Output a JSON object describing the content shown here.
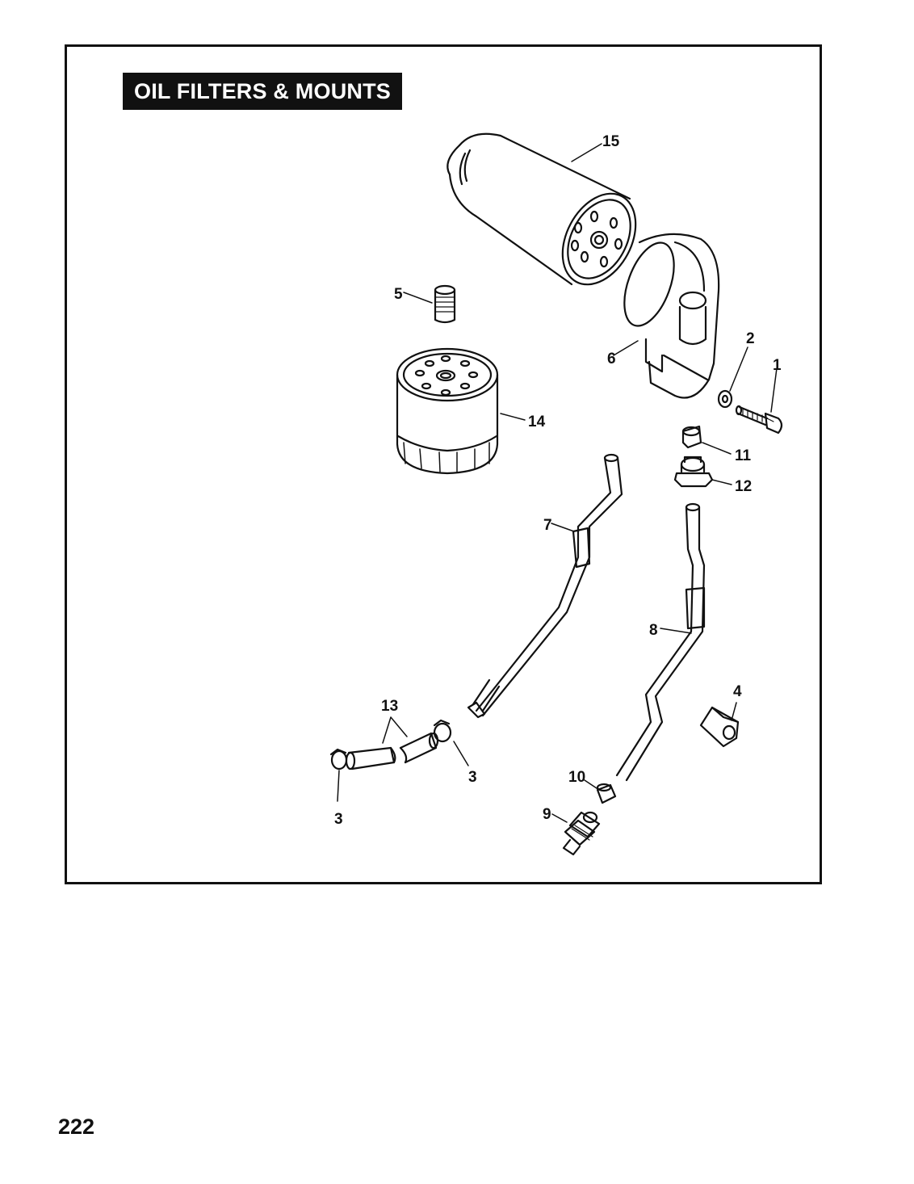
{
  "title": "OIL FILTERS & MOUNTS",
  "page_number": "222",
  "callouts": {
    "c1": "1",
    "c2": "2",
    "c3a": "3",
    "c3b": "3",
    "c4": "4",
    "c5": "5",
    "c6": "6",
    "c7": "7",
    "c8": "8",
    "c9": "9",
    "c10": "10",
    "c11": "11",
    "c12": "12",
    "c13": "13",
    "c14": "14",
    "c15": "15"
  }
}
